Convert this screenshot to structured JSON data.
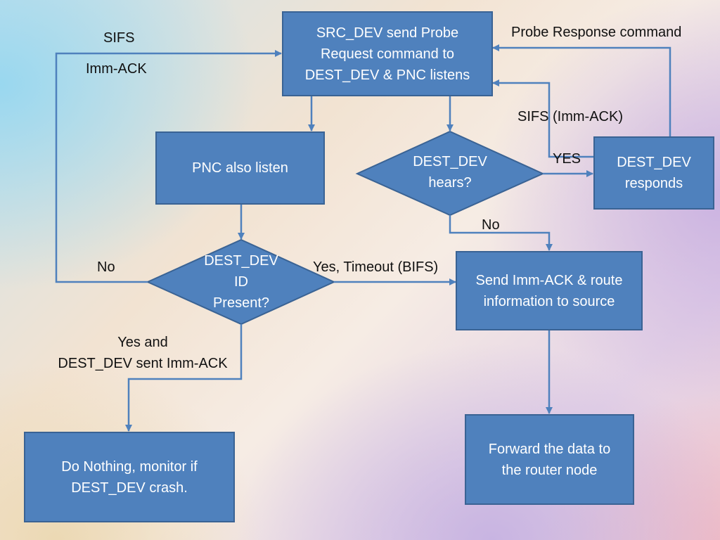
{
  "nodes": {
    "src_probe": "SRC_DEV send Probe\nRequest command to\nDEST_DEV & PNC listens",
    "pnc_listen": "PNC also listen",
    "dest_hears": "DEST_DEV\nhears?",
    "dest_responds": "DEST_DEV\nresponds",
    "dest_id_present": "DEST_DEV\nID\nPresent?",
    "send_imm_ack": "Send Imm-ACK & route\ninformation to source",
    "do_nothing": "Do Nothing, monitor if\nDEST_DEV crash.",
    "forward_data": "Forward the data to\nthe router node"
  },
  "labels": {
    "sifs": "SIFS",
    "imm_ack": "Imm-ACK",
    "probe_response": "Probe Response command",
    "sifs_imm_ack": "SIFS (Imm-ACK)",
    "yes": "YES",
    "no_right": "No",
    "no_left": "No",
    "yes_timeout": "Yes, Timeout (BIFS)",
    "yes_and_sent": "Yes and\nDEST_DEV sent Imm-ACK"
  },
  "colors": {
    "box_fill": "#4f81bd",
    "box_border": "#3a6394",
    "connector": "#4f81bd"
  }
}
